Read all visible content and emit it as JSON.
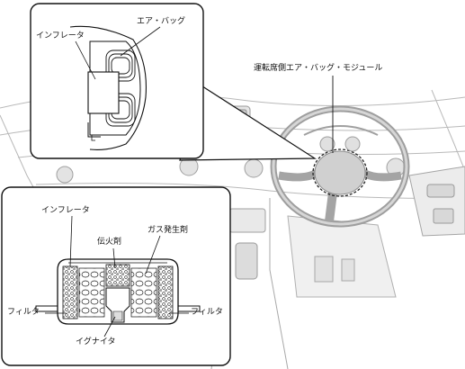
{
  "callout_main": {
    "label": "運転席側エア・バッグ・モジュール"
  },
  "detail_top": {
    "label_inflator": "インフレータ",
    "label_airbag": "エア・バッグ"
  },
  "detail_bottom": {
    "label_inflator": "インフレータ",
    "label_transfer_charge": "伝火剤",
    "label_gas_generant": "ガス発生剤",
    "label_filter_left": "フィルタ",
    "label_filter_right": "フィルタ",
    "label_igniter": "イグナイタ"
  },
  "colors": {
    "line": "#111111",
    "dashboard": "#c8c8c8",
    "dashboard_dark": "#9a9a9a",
    "highlight_dash": "#222222"
  }
}
